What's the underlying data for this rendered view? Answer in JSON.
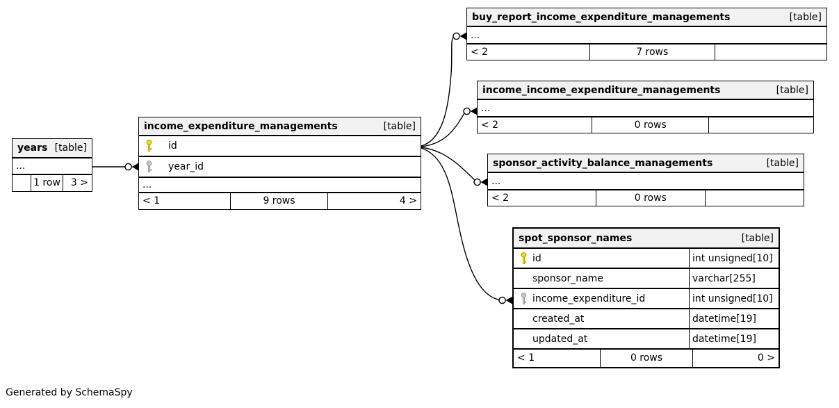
{
  "diagram": {
    "generator_note": "Generated by SchemaSpy",
    "colors": {
      "background": "#ffffff",
      "header_bg": "#f2f2f2",
      "border": "#000000",
      "primary_key": "#e8e400",
      "foreign_key": "#c6c6c6",
      "line": "#000000"
    }
  },
  "tables": {
    "years": {
      "title": "years",
      "badge": "[table]",
      "ellipsis": "...",
      "footer": {
        "left": "",
        "center": "1 row",
        "right": "3 >"
      }
    },
    "income_expenditure_managements": {
      "title": "income_expenditure_managements",
      "badge": "[table]",
      "columns": [
        {
          "name": "id",
          "key": "primary"
        },
        {
          "name": "year_id",
          "key": "foreign"
        }
      ],
      "ellipsis": "...",
      "footer": {
        "left": "< 1",
        "center": "9 rows",
        "right": "4 >"
      }
    },
    "buy_report_income_expenditure_managements": {
      "title": "buy_report_income_expenditure_managements",
      "badge": "[table]",
      "ellipsis": "...",
      "footer": {
        "left": "< 2",
        "center": "7 rows",
        "right": ""
      }
    },
    "income_income_expenditure_managements": {
      "title": "income_income_expenditure_managements",
      "badge": "[table]",
      "ellipsis": "...",
      "footer": {
        "left": "< 2",
        "center": "0 rows",
        "right": ""
      }
    },
    "sponsor_activity_balance_managements": {
      "title": "sponsor_activity_balance_managements",
      "badge": "[table]",
      "ellipsis": "...",
      "footer": {
        "left": "< 2",
        "center": "0 rows",
        "right": ""
      }
    },
    "spot_sponsor_names": {
      "title": "spot_sponsor_names",
      "badge": "[table]",
      "columns": [
        {
          "name": "id",
          "type": "int unsigned[10]",
          "key": "primary"
        },
        {
          "name": "sponsor_name",
          "type": "varchar[255]",
          "key": ""
        },
        {
          "name": "income_expenditure_id",
          "type": "int unsigned[10]",
          "key": "foreign"
        },
        {
          "name": "created_at",
          "type": "datetime[19]",
          "key": ""
        },
        {
          "name": "updated_at",
          "type": "datetime[19]",
          "key": ""
        }
      ],
      "footer": {
        "left": "< 1",
        "center": "0 rows",
        "right": "0 >"
      }
    }
  },
  "relationships": [
    {
      "from": "years",
      "to": "income_expenditure_managements.year_id"
    },
    {
      "from": "income_expenditure_managements.id",
      "to": "buy_report_income_expenditure_managements"
    },
    {
      "from": "income_expenditure_managements.id",
      "to": "income_income_expenditure_managements"
    },
    {
      "from": "income_expenditure_managements.id",
      "to": "sponsor_activity_balance_managements"
    },
    {
      "from": "income_expenditure_managements.id",
      "to": "spot_sponsor_names.income_expenditure_id"
    }
  ]
}
